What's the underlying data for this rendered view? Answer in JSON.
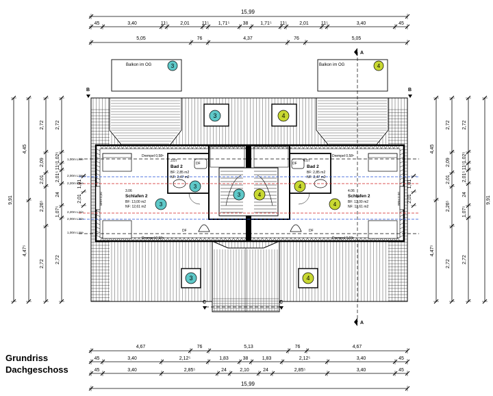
{
  "title": {
    "line1": "Grundriss",
    "line2": "Dachgeschoss"
  },
  "dimensions": {
    "top_total": "15,99",
    "top_row1": [
      "45",
      "3,40",
      "11⁵",
      "2,01",
      "11⁵",
      "1,71⁵",
      "38",
      "1,71⁵",
      "11⁵",
      "2,01",
      "11⁵",
      "3,40",
      "45"
    ],
    "top_row2": [
      "5,05",
      "76",
      "4,37",
      "76",
      "5,05"
    ],
    "bottom_row1": [
      "4,67",
      "76",
      "5,13",
      "76",
      "4,67"
    ],
    "bottom_row2": [
      "45",
      "3,40",
      "2,12⁵",
      "1,83",
      "38",
      "1,83",
      "2,12⁵",
      "3,40",
      "45"
    ],
    "bottom_row3": [
      "45",
      "3,40",
      "2,85⁵",
      "24",
      "2,10",
      "24",
      "2,85⁵",
      "3,40",
      "45"
    ],
    "bottom_total": "15,99",
    "left_outer": "9,91",
    "left_a": [
      "4,45",
      "4,47⁵"
    ],
    "left_b": [
      "2,72",
      "2,09",
      "2,01",
      "2,26⁵",
      "2,72"
    ],
    "left_c": [
      "2,72",
      "1,02⁵",
      "11⁵",
      "2,01⁵",
      "24",
      "1,07⁵",
      "2,72"
    ],
    "right_outer": "9,91",
    "right_a": [
      "4,45",
      "4,47⁵"
    ],
    "right_b": [
      "2,72",
      "2,09",
      "2,01",
      "2,26⁵",
      "2,72"
    ],
    "right_c": [
      "2,72",
      "1,02⁵",
      "11⁵",
      "2,01⁵",
      "24",
      "1,07⁵",
      "2,72"
    ],
    "inner_left": [
      "1,01",
      "2,01"
    ],
    "inner_right": [
      "1,01",
      "2,01"
    ]
  },
  "balconies": [
    {
      "label": "Balkon im OG",
      "badge": "3"
    },
    {
      "label": "Balkon im OG",
      "badge": "4"
    }
  ],
  "rooms": {
    "schlafen_left": {
      "num": "3.06",
      "name": "Schlafen 2",
      "bf": "BF: 13,00 m2",
      "nf": "NF: 12,61 m2",
      "badge": "3"
    },
    "bad_left": {
      "num": "3.07",
      "name": "Bad 2",
      "bf": "BF: 2,85 m2",
      "nf": "NF: 2,47 m2",
      "badge": "3"
    },
    "schlafen_right": {
      "num": "4.06",
      "name": "Schlafen 2",
      "bf": "BF: 13,00 m2",
      "nf": "NF: 12,61 m2",
      "badge": "4"
    },
    "bad_right": {
      "num": "4.07",
      "name": "Bad 2",
      "bf": "BF: 2,85 m2",
      "nf": "NF: 2,47 m2",
      "badge": "4"
    }
  },
  "drempel": "Drempel 0,58⁵",
  "lines": [
    "1,00m Linie",
    "2,00m Linie",
    "2,20m Linie",
    "2,20m Linie",
    "2,00m Linie",
    "1,00m Linie"
  ],
  "brh": "BRH 0,00",
  "df": "DF",
  "section_marks": [
    "A",
    "B",
    "C"
  ],
  "badges": {
    "unit3": "3",
    "unit4": "4",
    "colors": {
      "unit3": "#5ec8c8",
      "unit4": "#c8d832"
    }
  }
}
